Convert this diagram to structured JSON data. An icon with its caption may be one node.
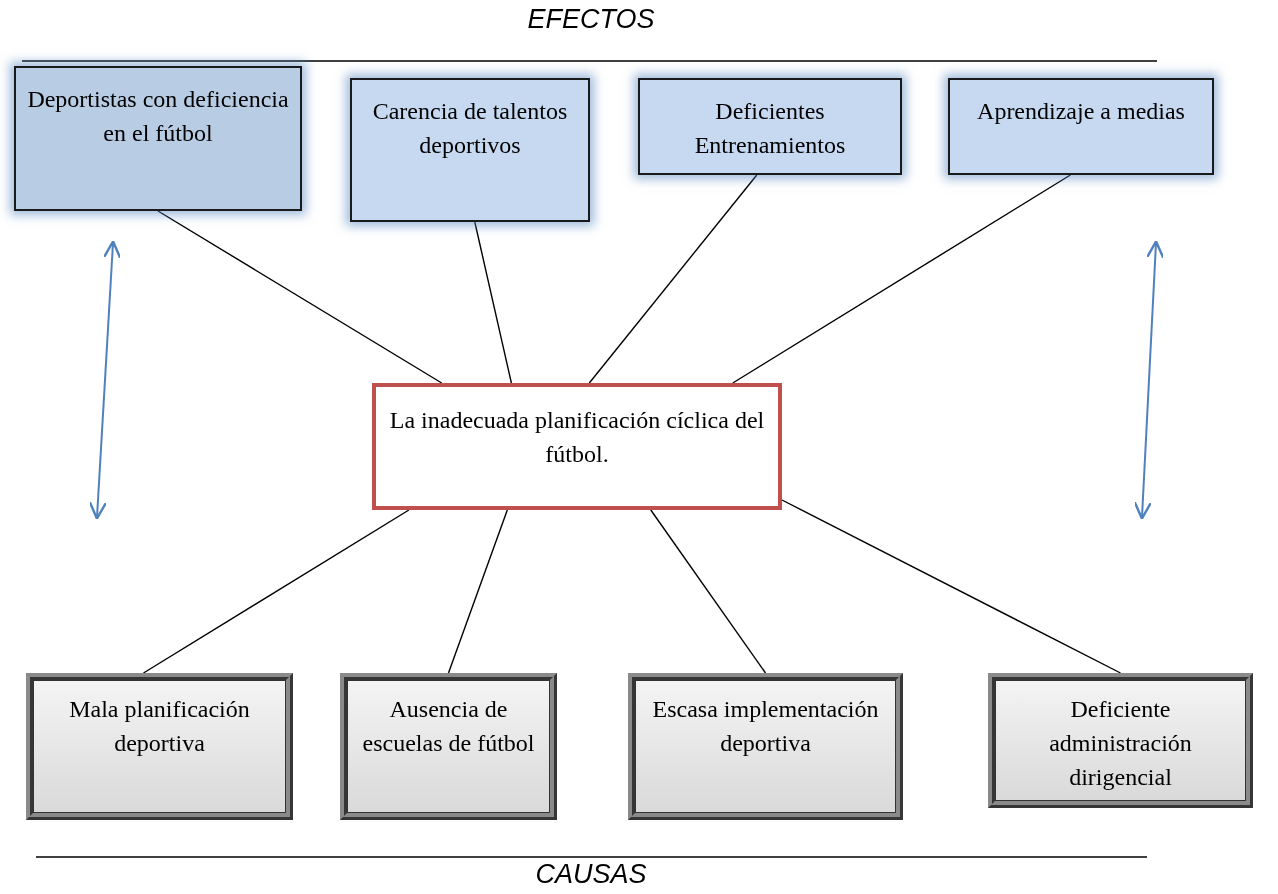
{
  "diagram": {
    "title": "EFECTOS",
    "caption": "CAUSAS",
    "nodes": [
      {
        "text": [
          "Deportistas con deficiencia en el fútbol"
        ]
      },
      {
        "text": [
          "Carencia de talentos deportivos"
        ]
      },
      {
        "text": [
          "Deficientes Entrenamientos"
        ]
      },
      {
        "text": [
          "Aprendizaje a medias"
        ]
      },
      {
        "text": [
          "La inadecuada planificación cíclica del fútbol."
        ]
      },
      {
        "text": [
          "Mala planificación deportiva"
        ]
      },
      {
        "text": [
          "Ausencia de escuelas de fútbol"
        ]
      },
      {
        "text": [
          "Escasa implementación deportiva"
        ]
      },
      {
        "text": [
          "Deficiente administración dirigencial"
        ]
      }
    ],
    "edges": [
      {
        "from": 0,
        "to": 4,
        "arrow": "none"
      },
      {
        "from": 1,
        "to": 4,
        "arrow": "none"
      },
      {
        "from": 2,
        "to": 4,
        "arrow": "none"
      },
      {
        "from": 3,
        "to": 4,
        "arrow": "none"
      },
      {
        "from": 4,
        "to": 5,
        "arrow": "none"
      },
      {
        "from": 4,
        "to": 6,
        "arrow": "none"
      },
      {
        "from": 4,
        "to": 7,
        "arrow": "none"
      },
      {
        "from": 4,
        "to": 8,
        "arrow": "none"
      }
    ]
  }
}
